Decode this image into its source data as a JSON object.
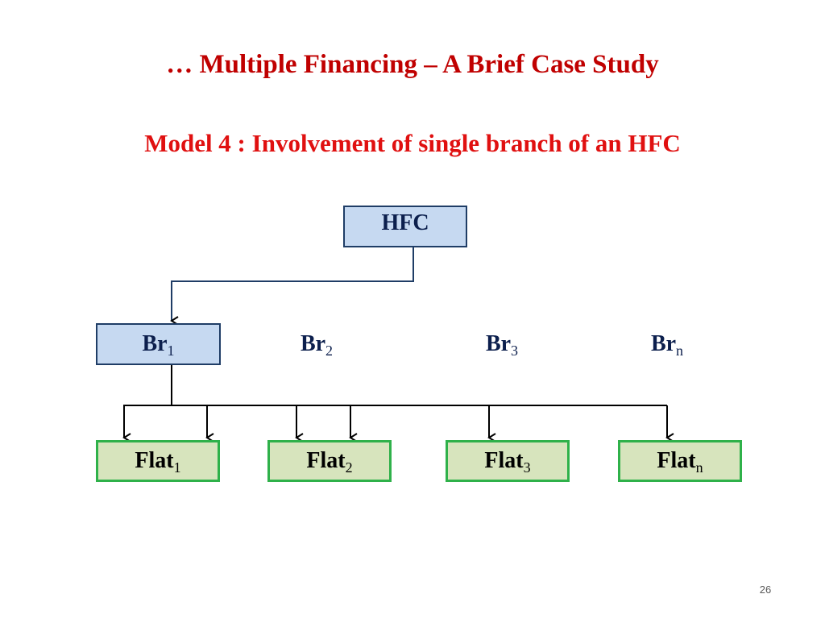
{
  "slide": {
    "title": "… Multiple Financing – A Brief Case Study",
    "subtitle": "Model 4 : Involvement of single branch of an HFC",
    "page_number": "26"
  },
  "diagram": {
    "root": {
      "label": "HFC"
    },
    "branches": [
      {
        "base": "Br",
        "sub": "1",
        "highlighted": true
      },
      {
        "base": "Br",
        "sub": "2",
        "highlighted": false
      },
      {
        "base": "Br",
        "sub": "3",
        "highlighted": false
      },
      {
        "base": "Br",
        "sub": "n",
        "highlighted": false
      }
    ],
    "flats": [
      {
        "base": "Flat",
        "sub": "1"
      },
      {
        "base": "Flat",
        "sub": "2"
      },
      {
        "base": "Flat",
        "sub": "3"
      },
      {
        "base": "Flat",
        "sub": "n"
      }
    ],
    "colors": {
      "title": "#c00000",
      "subtitle": "#e01010",
      "blue_box_fill": "#c6d9f1",
      "blue_box_border": "#1f3d66",
      "green_box_fill": "#d7e4bd",
      "green_box_border": "#2fb14a",
      "node_text": "#0c1f4d",
      "connector": "#000000",
      "root_connector": "#1f3d66"
    }
  }
}
